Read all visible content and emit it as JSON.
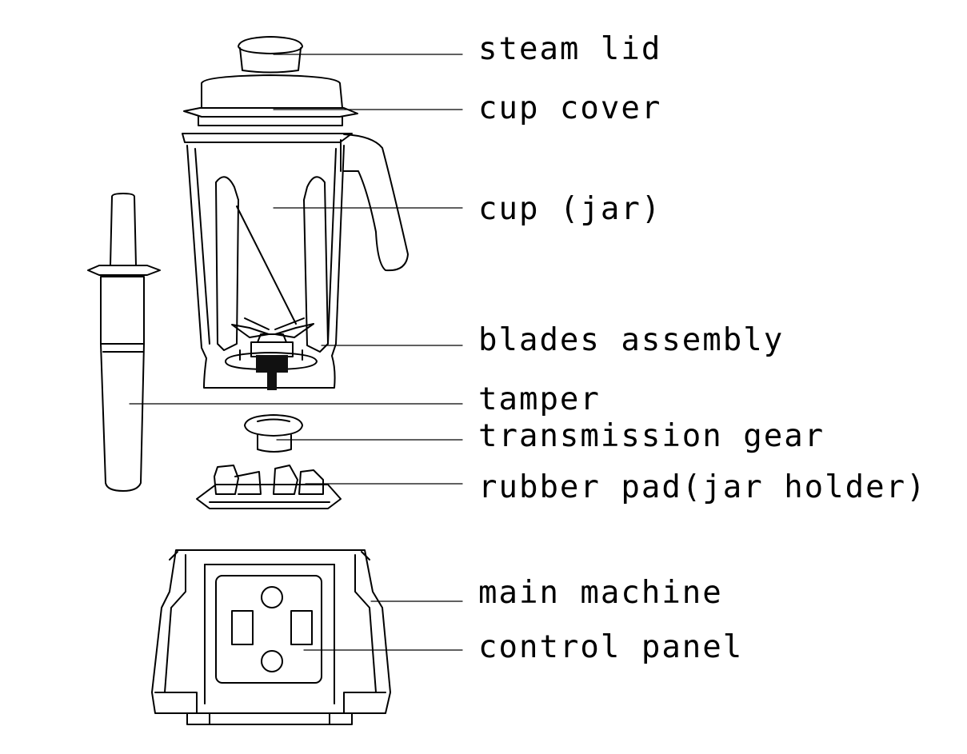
{
  "labels": {
    "steam_lid": "steam lid",
    "cup_cover": "cup cover",
    "cup_jar": "cup (jar)",
    "blades_assembly": "blades assembly",
    "tamper": "tamper",
    "transmission_gear": "transmission gear",
    "rubber_pad": "rubber pad(jar holder)",
    "main_machine": "main machine",
    "control_panel": "control panel"
  },
  "colors": {
    "ink": "#000000",
    "background": "#ffffff",
    "blade_shaft": "#111111"
  }
}
